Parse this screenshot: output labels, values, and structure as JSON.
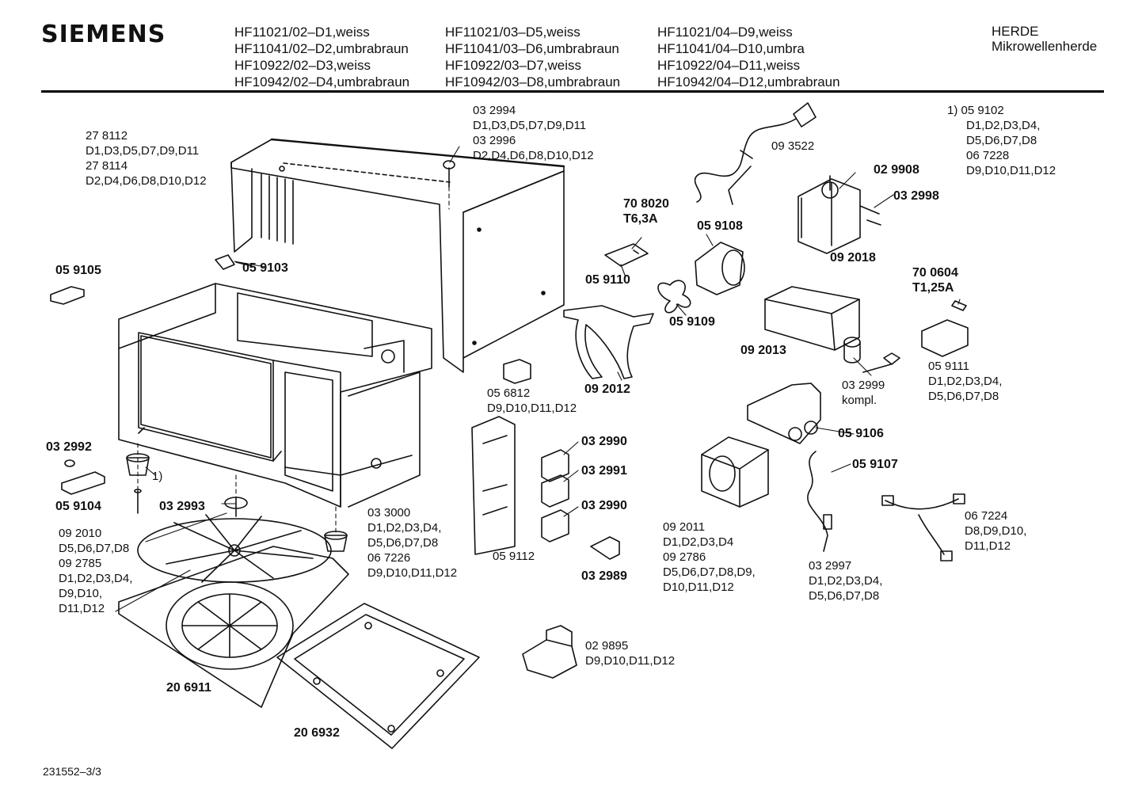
{
  "header": {
    "brand": "SIEMENS",
    "models": [
      [
        "HF11021/02–D1,weiss",
        "HF11041/02–D2,umbrabraun",
        "HF10922/02–D3,weiss",
        "HF10942/02–D4,umbrabraun"
      ],
      [
        "HF11021/03–D5,weiss",
        "HF11041/03–D6,umbrabraun",
        "HF10922/03–D7,weiss",
        "HF10942/03–D8,umbrabraun"
      ],
      [
        "HF11021/04–D9,weiss",
        "HF11041/04–D10,umbra",
        "HF10922/04–D11,weiss",
        "HF10942/04–D12,umbrabraun"
      ]
    ],
    "category": "HERDE",
    "subcategory": "Mikrowellenherde"
  },
  "labels": {
    "l_278112": [
      "27 8112",
      "D1,D3,D5,D7,D9,D11",
      "27 8114",
      "D2,D4,D6,D8,D10,D12"
    ],
    "l_032994": [
      "03 2994",
      "D1,D3,D5,D7,D9,D11",
      "03 2996",
      "D2,D4,D6,D8,D10,D12"
    ],
    "l_093522": "09 3522",
    "l_footnote": [
      "1)  05 9102",
      "D1,D2,D3,D4,",
      "D5,D6,D7,D8",
      "06 7228",
      "D9,D10,D11,D12"
    ],
    "l_029908": "02 9908",
    "l_032998": "03 2998",
    "l_708020": [
      "70 8020",
      "T6,3A"
    ],
    "l_059108": "05 9108",
    "l_092018": "09 2018",
    "l_059105": "05 9105",
    "l_059103": "05 9103",
    "l_059110": "05 9110",
    "l_700604": [
      "70 0604",
      "T1,25A"
    ],
    "l_059109": "05 9109",
    "l_092013": "09 2013",
    "l_059111": [
      "05 9111",
      "D1,D2,D3,D4,",
      "D5,D6,D7,D8"
    ],
    "l_092012": "09 2012",
    "l_056812": [
      "05 6812",
      "D9,D10,D11,D12"
    ],
    "l_032999": [
      "03 2999",
      "kompl."
    ],
    "l_059106": "05 9106",
    "l_032992": "03 2992",
    "l_fn1": "1)",
    "l_059104": "05 9104",
    "l_032993": "03 2993",
    "l_092010": [
      "09 2010",
      "D5,D6,D7,D8",
      "09 2785",
      "D1,D2,D3,D4,",
      "D9,D10,",
      "D11,D12"
    ],
    "l_033000": [
      "03 3000",
      "D1,D2,D3,D4,",
      "D5,D6,D7,D8",
      "06 7226",
      "D9,D10,D11,D12"
    ],
    "l_059112": "05 9112",
    "l_032990a": "03 2990",
    "l_032991": "03 2991",
    "l_032990b": "03 2990",
    "l_032989": "03 2989",
    "l_059107": "05 9107",
    "l_092011": [
      "09 2011",
      "D1,D2,D3,D4",
      "09 2786",
      "D5,D6,D7,D8,D9,",
      "D10,D11,D12"
    ],
    "l_032997": [
      "03 2997",
      "D1,D2,D3,D4,",
      "D5,D6,D7,D8"
    ],
    "l_067224": [
      "06 7224",
      "D8,D9,D10,",
      "D11,D12"
    ],
    "l_029895": [
      "02 9895",
      "D9,D10,D11,D12"
    ],
    "l_206911": "20 6911",
    "l_206932": "20 6932"
  },
  "footer": {
    "doc_id": "231552–3/3"
  }
}
